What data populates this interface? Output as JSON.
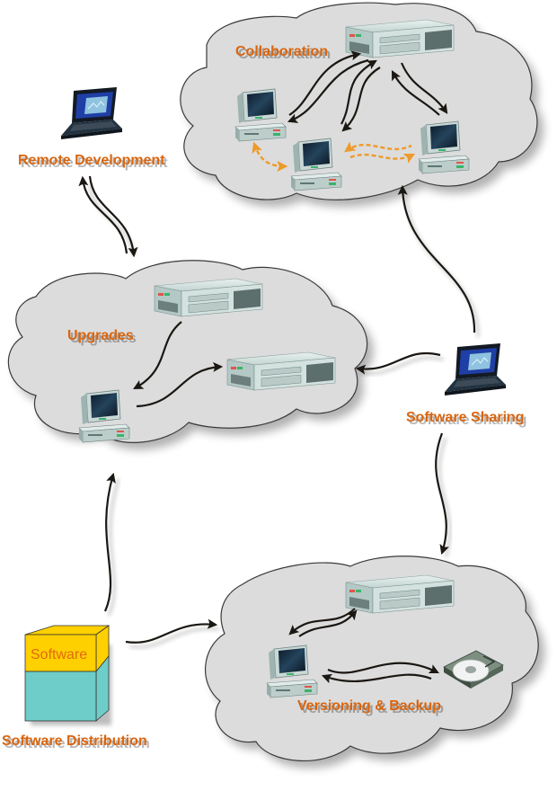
{
  "diagram": {
    "colors": {
      "label": "#d9650f",
      "cloud_fill": "#dcdcdc",
      "arrow": "#1b1712",
      "dashed_arrow": "#ee9a2a",
      "box_top": "#ffd000",
      "box_bottom": "#6ecdc8"
    },
    "clouds": [
      {
        "id": "collaboration",
        "label": "Collaboration",
        "nodes": [
          "server",
          "workstation",
          "workstation",
          "workstation"
        ]
      },
      {
        "id": "upgrades",
        "label": "Upgrades",
        "nodes": [
          "server",
          "server",
          "workstation"
        ]
      },
      {
        "id": "versioning-backup",
        "label": "Versioning & Backup",
        "nodes": [
          "server",
          "workstation",
          "hard-disk"
        ]
      }
    ],
    "standalone_nodes": [
      {
        "id": "remote-development",
        "label": "Remote Development",
        "icon": "laptop-icon"
      },
      {
        "id": "software-sharing",
        "label": "Software Sharing",
        "icon": "laptop-icon"
      },
      {
        "id": "software-distribution",
        "label": "Software Distribution",
        "icon": "software-box-icon",
        "box_label": "Software"
      }
    ],
    "connections": [
      {
        "from": "remote-development",
        "to": "upgrades",
        "direction": "bidirectional"
      },
      {
        "from": "software-sharing",
        "to": "collaboration",
        "direction": "one-way"
      },
      {
        "from": "software-sharing",
        "to": "upgrades",
        "direction": "one-way"
      },
      {
        "from": "software-sharing",
        "to": "versioning-backup",
        "direction": "one-way"
      },
      {
        "from": "software-distribution",
        "to": "upgrades",
        "direction": "one-way"
      },
      {
        "from": "software-distribution",
        "to": "versioning-backup",
        "direction": "one-way"
      }
    ]
  }
}
